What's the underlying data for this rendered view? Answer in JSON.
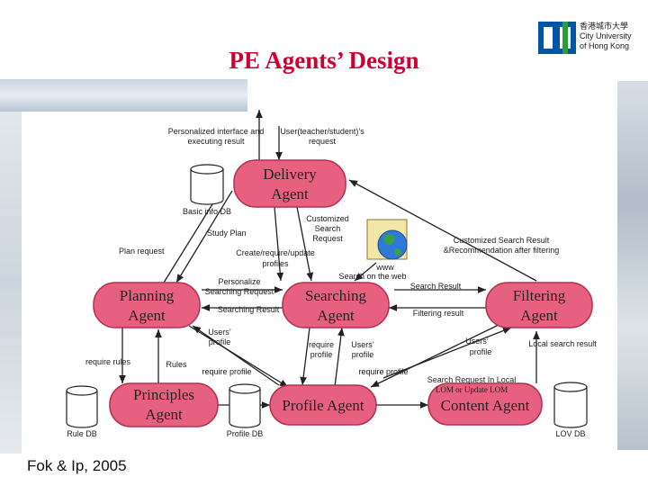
{
  "title": "PE Agents’ Design",
  "logo": {
    "line1": "香港城市大學",
    "line2": "City University",
    "line3": "of Hong Kong"
  },
  "footer": "Fok & Ip, 2005",
  "agents": {
    "delivery": [
      "Delivery",
      "Agent"
    ],
    "planning": [
      "Planning",
      "Agent"
    ],
    "searching": [
      "Searching",
      "Agent"
    ],
    "filtering": [
      "Filtering",
      "Agent"
    ],
    "principles": [
      "Principles",
      "Agent"
    ],
    "profile": [
      "Profile Agent"
    ],
    "content": [
      "Content Agent"
    ]
  },
  "databases": {
    "basic": "Basic info DB",
    "rule": "Rule DB",
    "profile": "Profile DB",
    "lov": "LOV DB"
  },
  "www": "www",
  "labels": {
    "personalized_interface": [
      "Personalized interface and",
      "executing result"
    ],
    "user_request": [
      "User(teacher/student)’s",
      "request"
    ],
    "customized_search_request": [
      "Customized",
      "Search",
      "Request"
    ],
    "create_require_profiles": [
      "Create/require/update",
      "profiles"
    ],
    "study_plan": "Study Plan",
    "plan_request": "Plan request",
    "customized_search_result": [
      "Customized Search Result",
      "&Recommendation after filtering"
    ],
    "search_on_web": "Search on the web",
    "personalize_searching_request": [
      "Personalize",
      "Searching Request"
    ],
    "searching_result": "Searching Result",
    "search_result": "Search Result",
    "filtering_result": "Filtering result",
    "users_profile_1": [
      "Users’",
      "profile"
    ],
    "require_profile_1": [
      "require",
      "profile"
    ],
    "users_profile_2": [
      "Users’",
      "profile"
    ],
    "users_profile_3": [
      "Users’",
      "profile"
    ],
    "local_search_result": "Local search result",
    "require_rules": "require rules",
    "rules": "Rules",
    "require_profile_2": "require profile",
    "require_profile_3": "require profile",
    "search_request_local": [
      "Search Request In Local",
      "LOM or Update LOM"
    ]
  },
  "colors": {
    "agent_fill": "#e8607f",
    "agent_stroke": "#b03050",
    "title": "#cc0033",
    "logo_blue": "#0055a5",
    "logo_green": "#2a9d3a"
  }
}
